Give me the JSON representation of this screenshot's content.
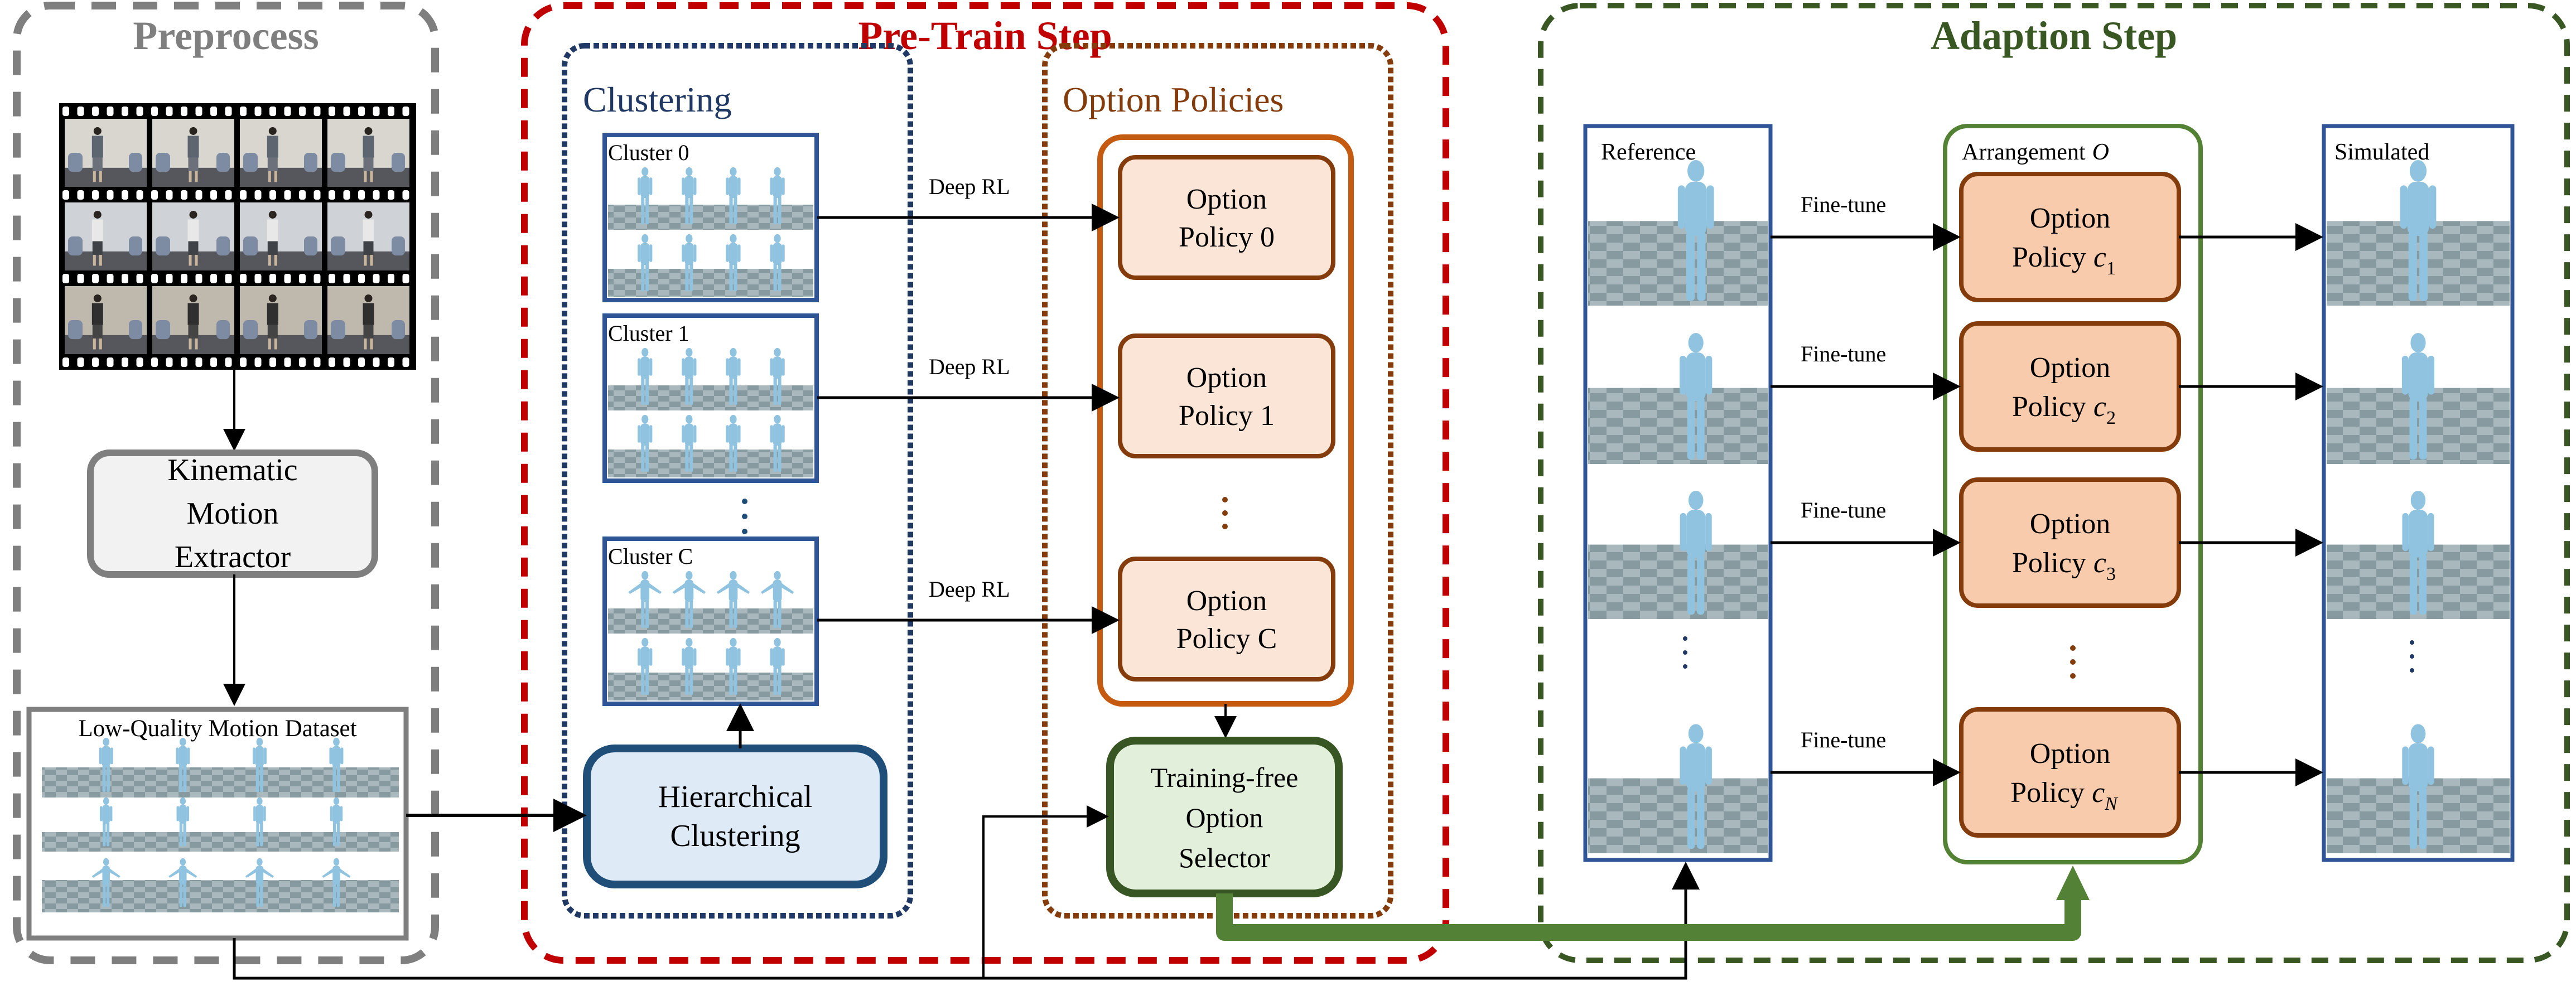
{
  "colors": {
    "preprocess": "#7f7f7f",
    "pretrain": "#c00000",
    "adaption": "#385723",
    "clustering": "#203864",
    "option_policies": "#843c0c",
    "option_container": "#c55a11",
    "option_fill": "#fbe5d6",
    "option_fill_adapt": "#f8cbad",
    "option_border": "#843c0c",
    "hier_fill": "#deebf7",
    "hier_border": "#1f4e79",
    "selector_fill": "#e2efda",
    "selector_border": "#375623",
    "cluster_border": "#2f5597",
    "kinematic_fill": "#f2f2f2",
    "kinematic_border": "#7f7f7f",
    "arrangement_border": "#548235",
    "thick_arrow": "#538135",
    "motion_figure": "#8fc3e0",
    "checker_light": "#a9b8bd",
    "checker_dark": "#879aa0"
  },
  "preprocess": {
    "title": "Preprocess",
    "filmstrip_rows": 3,
    "filmstrip_cols": 4,
    "kinematic_lines": [
      "Kinematic",
      "Motion",
      "Extractor"
    ],
    "dataset_label": "Low-Quality Motion Dataset"
  },
  "pretrain": {
    "title": "Pre-Train Step",
    "clustering": {
      "title": "Clustering",
      "clusters": [
        {
          "label": "Cluster 0"
        },
        {
          "label": "Cluster 1"
        },
        {
          "label": "Cluster C"
        }
      ],
      "hierarchical_lines": [
        "Hierarchical",
        "Clustering"
      ]
    },
    "edge_label": "Deep RL",
    "option_policies": {
      "title": "Option Policies",
      "policies": [
        {
          "line1": "Option",
          "line2": "Policy 0"
        },
        {
          "line1": "Option",
          "line2": "Policy 1"
        },
        {
          "line1": "Option",
          "line2": "Policy C"
        }
      ],
      "selector_lines": [
        "Training-free",
        "Option",
        "Selector"
      ]
    }
  },
  "adaption": {
    "title": "Adaption Step",
    "reference_label": "Reference",
    "simulated_label": "Simulated",
    "arrangement_label": "Arrangement",
    "arrangement_symbol": "O",
    "edge_label": "Fine-tune",
    "policies": [
      {
        "line1": "Option",
        "line2_prefix": "Policy ",
        "var": "c",
        "sub": "1"
      },
      {
        "line1": "Option",
        "line2_prefix": "Policy ",
        "var": "c",
        "sub": "2"
      },
      {
        "line1": "Option",
        "line2_prefix": "Policy ",
        "var": "c",
        "sub": "3"
      },
      {
        "line1": "Option",
        "line2_prefix": "Policy ",
        "var": "c",
        "sub": "N"
      }
    ]
  }
}
